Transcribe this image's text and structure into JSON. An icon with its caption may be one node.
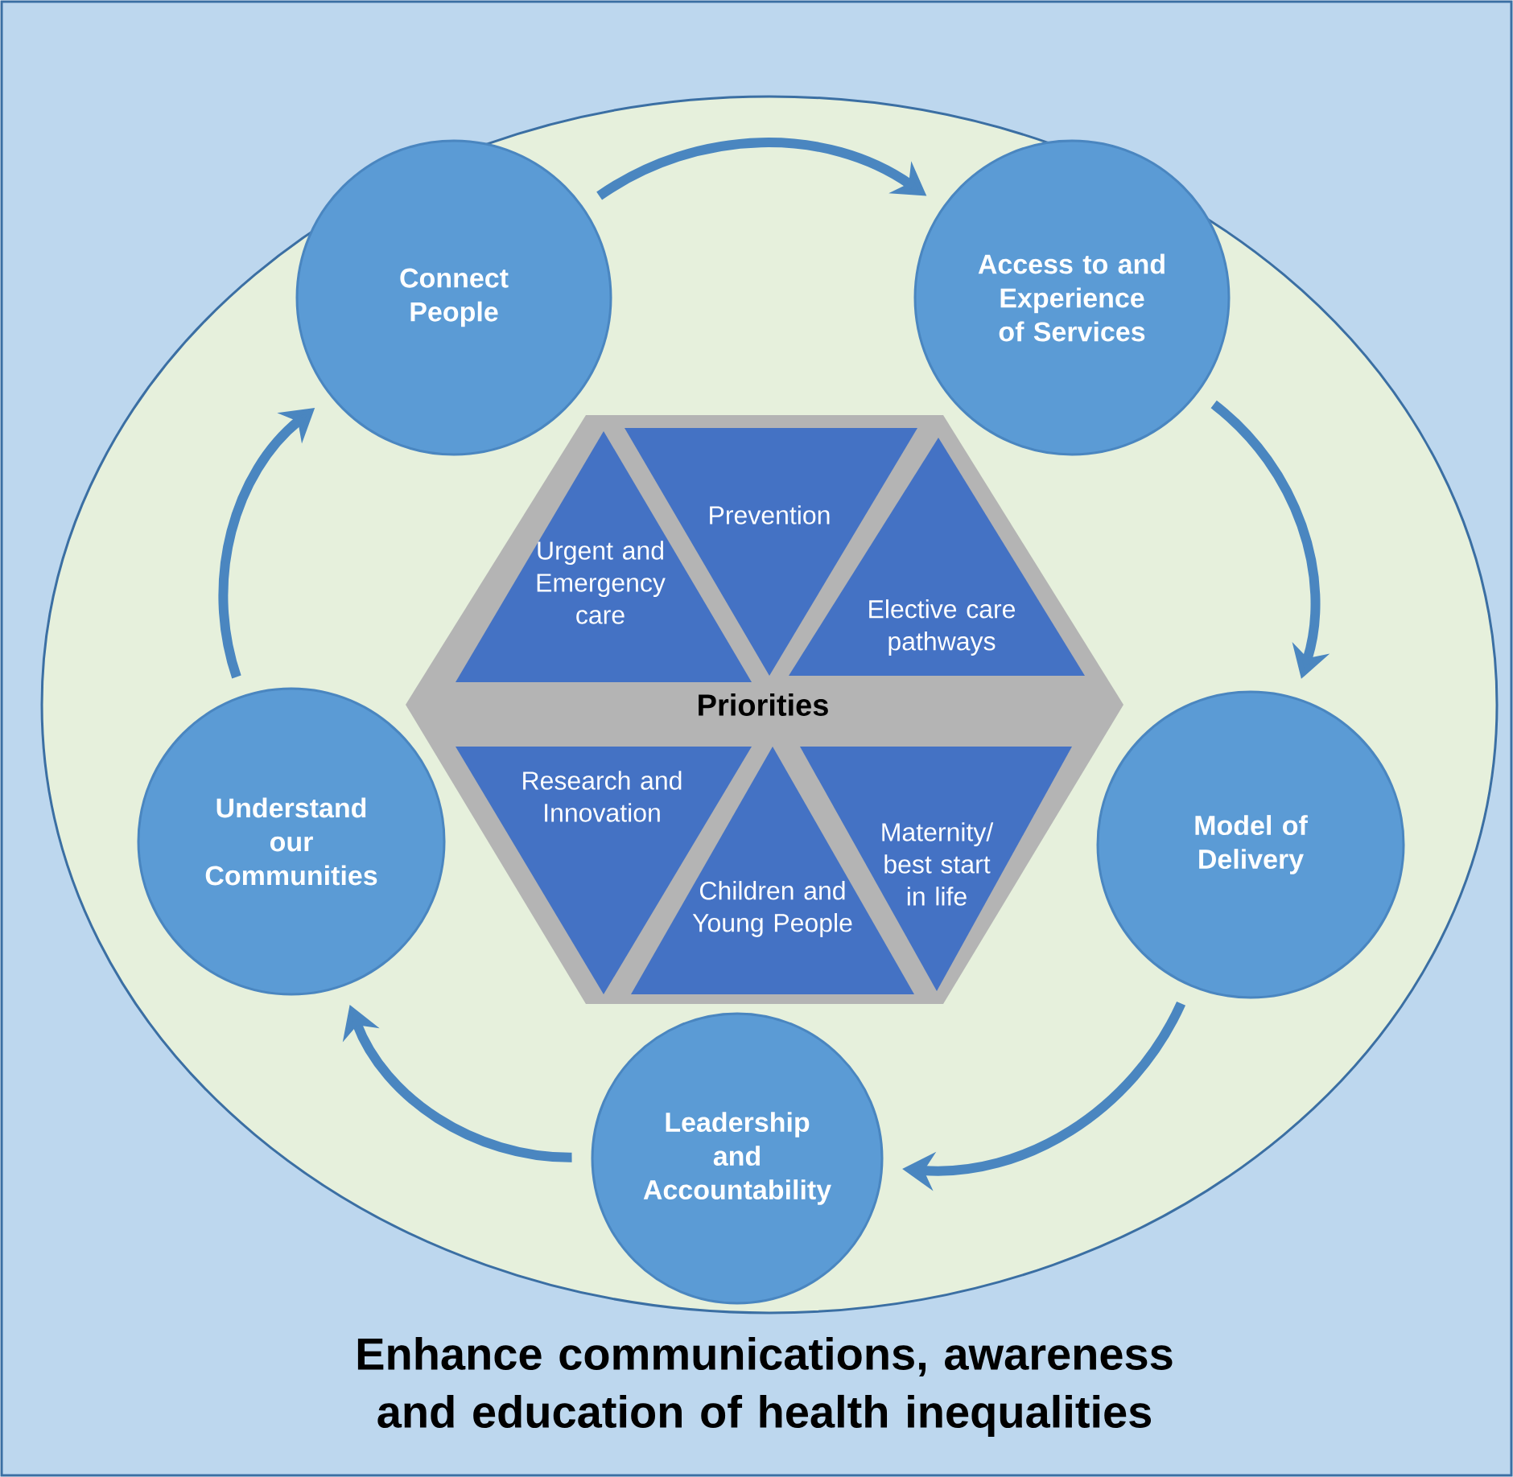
{
  "diagram": {
    "title": "Enhance communications, awareness and education of health inequalities",
    "nodes": [
      {
        "text": [
          "Connect People"
        ]
      },
      {
        "text": [
          "Access to and Experience of Services"
        ]
      },
      {
        "text": [
          "Model of Delivery"
        ]
      },
      {
        "text": [
          "Leadership and Accountability"
        ]
      },
      {
        "text": [
          "Understand our Communities"
        ]
      },
      {
        "text": [
          "Priorities"
        ]
      },
      {
        "text": [
          "Urgent and Emergency care"
        ],
        "in": 5
      },
      {
        "text": [
          "Prevention"
        ],
        "in": 5
      },
      {
        "text": [
          "Elective care pathways"
        ],
        "in": 5
      },
      {
        "text": [
          "Research and Innovation"
        ],
        "in": 5
      },
      {
        "text": [
          "Children and Young People"
        ],
        "in": 5
      },
      {
        "text": [
          "Maternity/ best start in life"
        ],
        "in": 5
      }
    ],
    "edges": [
      {
        "from": 0,
        "to": 1,
        "arrow": "to"
      },
      {
        "from": 1,
        "to": 2,
        "arrow": "to"
      },
      {
        "from": 2,
        "to": 3,
        "arrow": "to"
      },
      {
        "from": 3,
        "to": 4,
        "arrow": "to"
      },
      {
        "from": 4,
        "to": 0,
        "arrow": "to"
      }
    ]
  }
}
